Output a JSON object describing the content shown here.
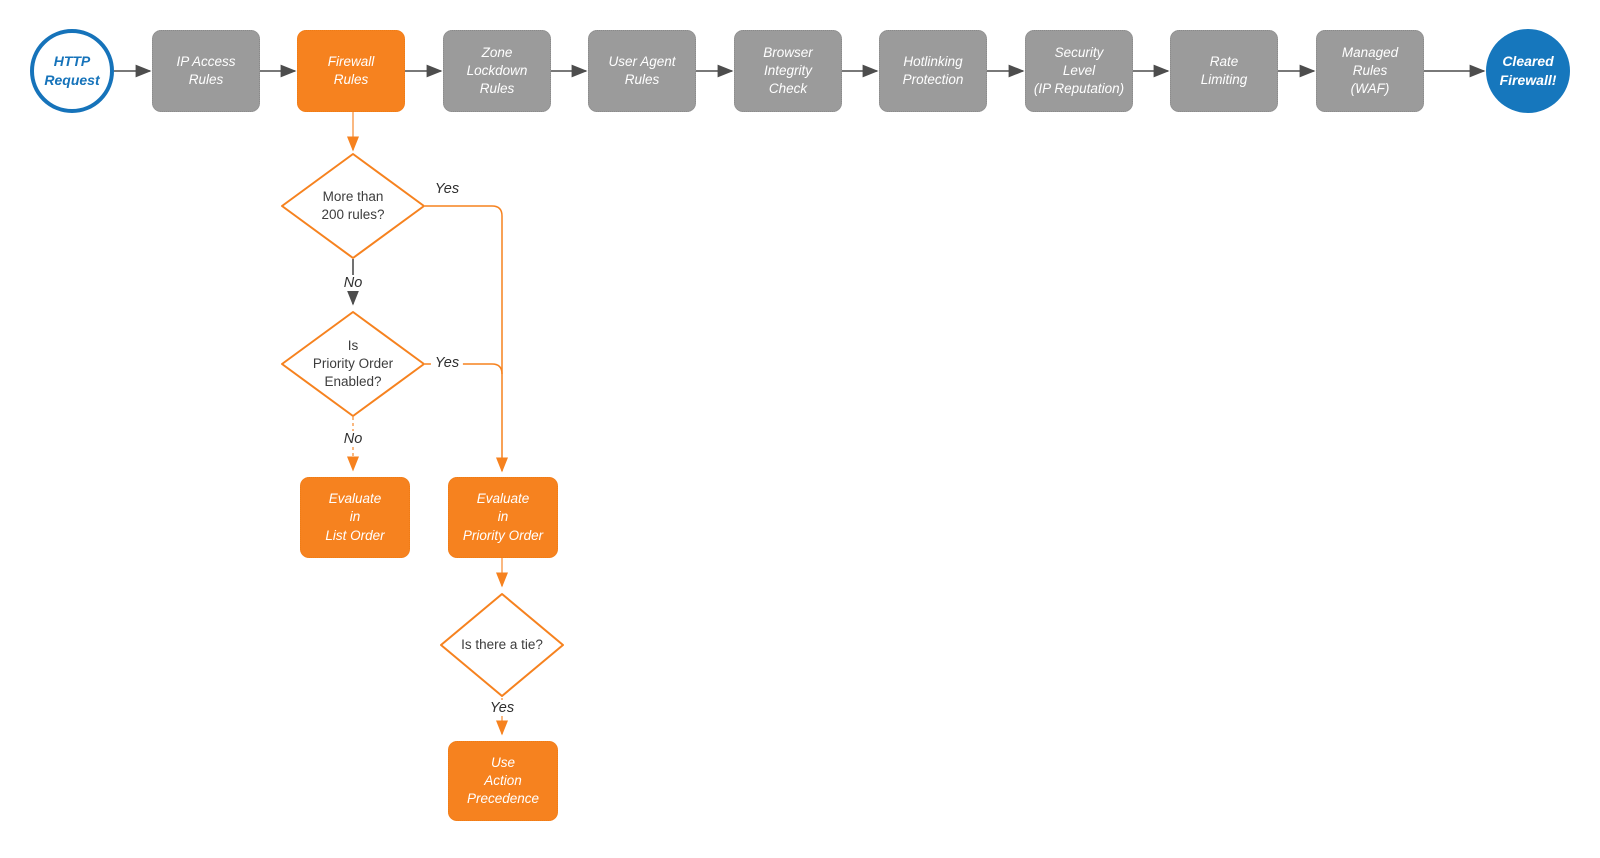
{
  "colors": {
    "accent_orange": "#f6821f",
    "node_gray": "#9b9b9b",
    "brand_blue": "#1677bd",
    "arrow_gray": "#4d4d4d"
  },
  "pipeline": [
    {
      "label": "HTTP\nRequest"
    },
    {
      "label": "IP Access\nRules"
    },
    {
      "label": "Firewall\nRules"
    },
    {
      "label": "Zone\nLockdown\nRules"
    },
    {
      "label": "User Agent\nRules"
    },
    {
      "label": "Browser\nIntegrity\nCheck"
    },
    {
      "label": "Hotlinking\nProtection"
    },
    {
      "label": "Security\nLevel\n(IP Reputation)"
    },
    {
      "label": "Rate\nLimiting"
    },
    {
      "label": "Managed\nRules\n(WAF)"
    },
    {
      "label": "Cleared\nFirewall!"
    }
  ],
  "decisions": {
    "more_than_200": {
      "label": "More than\n200 rules?",
      "yes": "Yes",
      "no": "No"
    },
    "priority_enabled": {
      "label": "Is\nPriority Order\nEnabled?",
      "yes": "Yes",
      "no": "No"
    },
    "tie": {
      "label": "Is there a tie?",
      "yes": "Yes"
    }
  },
  "actions": {
    "list_order": {
      "label": "Evaluate\nin\nList Order"
    },
    "priority_order": {
      "label": "Evaluate\nin\nPriority Order"
    },
    "action_precedence": {
      "label": "Use\nAction\nPrecedence"
    }
  }
}
